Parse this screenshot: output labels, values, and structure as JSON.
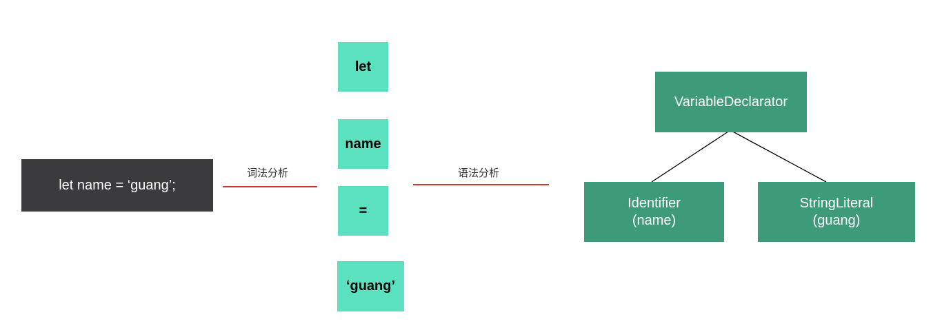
{
  "source_code": "let name = ‘guang’;",
  "steps": {
    "lexical": "词法分析",
    "syntax": "语法分析"
  },
  "tokens": [
    "let",
    "name",
    "=",
    "‘guang’"
  ],
  "ast": {
    "root": "VariableDeclarator",
    "left": {
      "line1": "Identifier",
      "line2": "(name)"
    },
    "right": {
      "line1": "StringLiteral",
      "line2": "(guang)"
    }
  },
  "colors": {
    "source_bg": "#3b3b3d",
    "token_bg": "#5ce1c0",
    "ast_bg": "#3d9b79",
    "arrow_line": "#cc3a2a"
  }
}
